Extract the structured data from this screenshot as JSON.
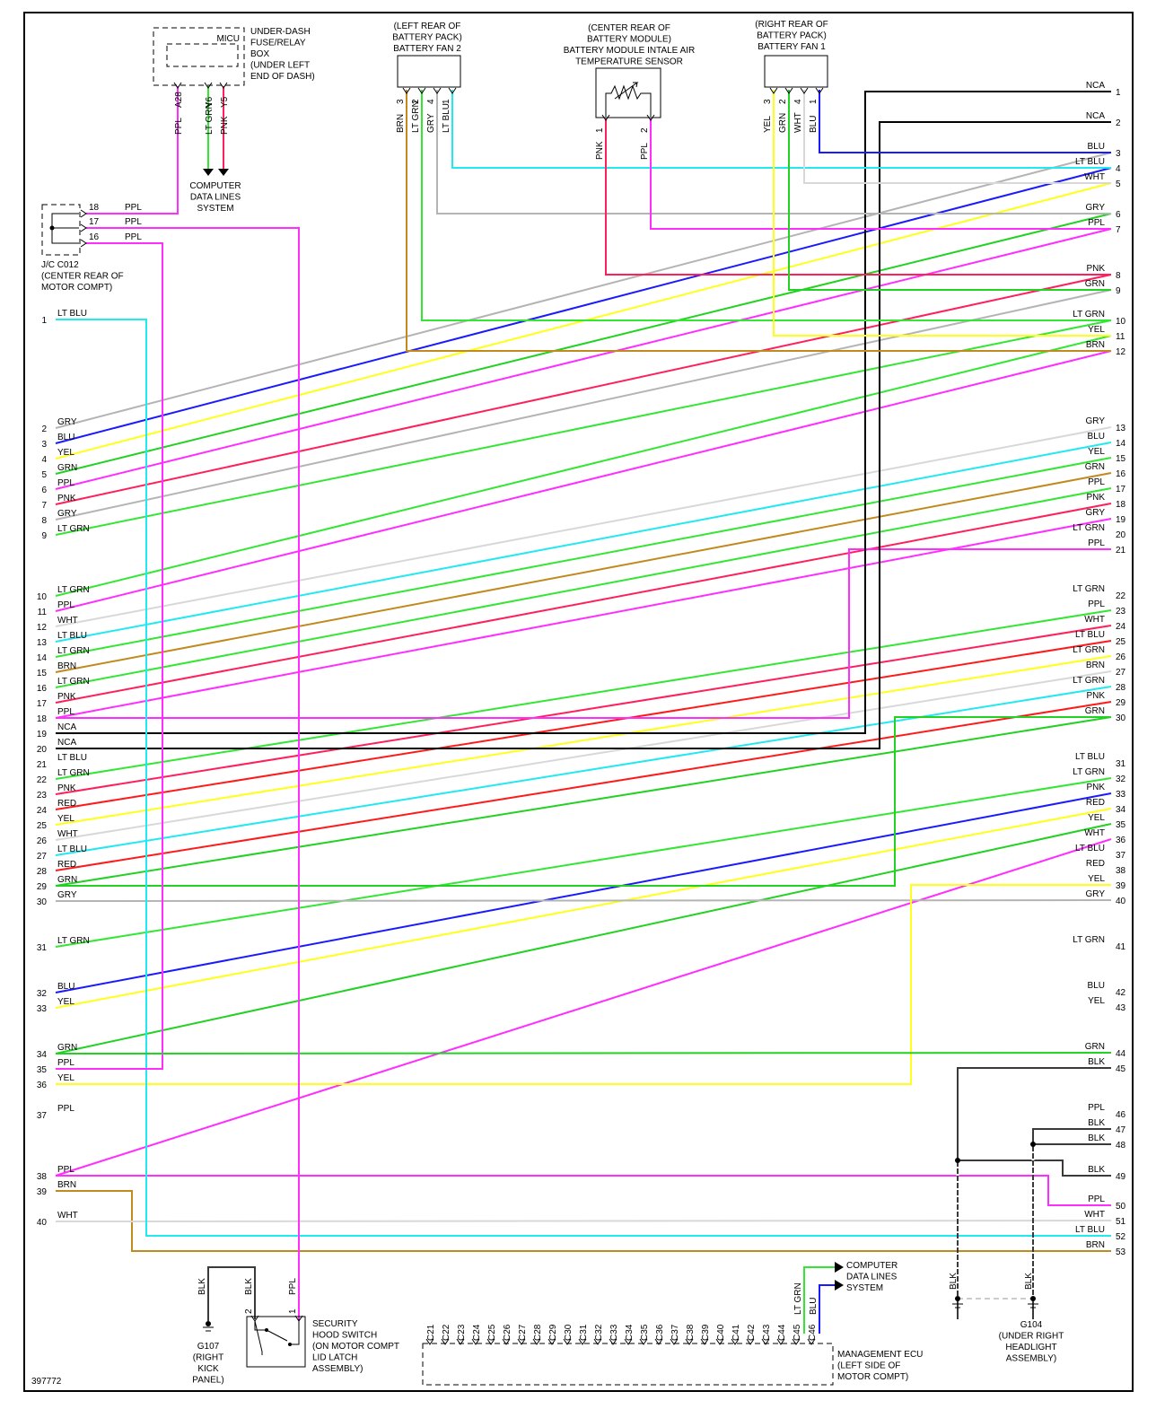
{
  "colors": {
    "PPL": "#ff2dff",
    "LT GRN": "#33e633",
    "GRN": "#22d122",
    "PNK": "#ff1f5a",
    "RED": "#ff1a1a",
    "YEL": "#ffff1a",
    "GRY": "#b4b4b4",
    "WHT": "#d8d8d8",
    "LT BLU": "#22e8f0",
    "BLU": "#1a1aff",
    "BRN": "#c08a1e",
    "BLK": "#3a3a3a",
    "NCA": "#000000"
  },
  "components": {
    "micu": {
      "title": "MICU",
      "lines": [
        "UNDER-DASH",
        "FUSE/RELAY",
        "BOX",
        "(UNDER LEFT",
        "END OF DASH)"
      ],
      "pins": [
        {
          "id": "A28",
          "color": "PPL"
        },
        {
          "id": "Y6",
          "color": "LT GRN"
        },
        {
          "id": "Y5",
          "color": "PNK"
        }
      ]
    },
    "computer_data_top": [
      "COMPUTER",
      "DATA LINES",
      "SYSTEM"
    ],
    "fan2": {
      "lines": [
        "(LEFT REAR OF",
        "BATTERY PACK)",
        "BATTERY FAN 2"
      ],
      "pins": [
        {
          "id": "3",
          "color": "BRN"
        },
        {
          "id": "2",
          "color": "LT GRN"
        },
        {
          "id": "4",
          "color": "GRY"
        },
        {
          "id": "1",
          "color": "LT BLU"
        }
      ]
    },
    "sensor": {
      "lines": [
        "(CENTER REAR OF",
        "BATTERY MODULE)",
        "BATTERY MODULE INTALE AIR",
        "TEMPERATURE SENSOR"
      ],
      "pins": [
        {
          "id": "1",
          "color": "PNK"
        },
        {
          "id": "2",
          "color": "PPL"
        }
      ]
    },
    "fan1": {
      "lines": [
        "(RIGHT REAR OF",
        "BATTERY PACK)",
        "BATTERY FAN 1"
      ],
      "pins": [
        {
          "id": "3",
          "color": "YEL"
        },
        {
          "id": "2",
          "color": "GRN"
        },
        {
          "id": "4",
          "color": "WHT"
        },
        {
          "id": "1",
          "color": "BLU"
        }
      ]
    },
    "jc": {
      "lines": [
        "J/C C012",
        "(CENTER REAR OF",
        "MOTOR COMPT)"
      ],
      "pins": [
        {
          "id": "18",
          "color": "PPL"
        },
        {
          "id": "17",
          "color": "PPL"
        },
        {
          "id": "16",
          "color": "PPL"
        }
      ]
    },
    "security": {
      "lines": [
        "SECURITY",
        "HOOD SWITCH",
        "(ON MOTOR COMPT",
        "LID LATCH",
        "ASSEMBLY)"
      ],
      "pins": [
        {
          "id": "2",
          "color": "BLK"
        },
        {
          "id": "1",
          "color": "PPL"
        }
      ]
    },
    "g107": {
      "lines": [
        "G107",
        "(RIGHT",
        "KICK",
        "PANEL)"
      ],
      "wire": "BLK"
    },
    "g104": {
      "lines": [
        "G104",
        "(UNDER RIGHT",
        "HEADLIGHT",
        "ASSEMBLY)"
      ],
      "wires": [
        "BLK",
        "BLK"
      ]
    },
    "ecu": {
      "lines": [
        "MANAGEMENT ECU",
        "(LEFT SIDE OF",
        "MOTOR COMPT)"
      ],
      "pins": [
        "C21",
        "C22",
        "C23",
        "C24",
        "C25",
        "C26",
        "C27",
        "C28",
        "C29",
        "C30",
        "C31",
        "C32",
        "C33",
        "C34",
        "C35",
        "C36",
        "C37",
        "C38",
        "C39",
        "C40",
        "C41",
        "C42",
        "C43",
        "C44",
        "C45",
        "C46"
      ],
      "wires": [
        {
          "pin": "C45",
          "color": "LT GRN"
        },
        {
          "pin": "C46",
          "color": "BLU"
        }
      ]
    },
    "computer_data_bottom": [
      "COMPUTER",
      "DATA LINES",
      "SYSTEM"
    ]
  },
  "left_pins": [
    {
      "n": "1",
      "c": "LT BLU"
    },
    {
      "n": "2",
      "c": "GRY"
    },
    {
      "n": "3",
      "c": "BLU"
    },
    {
      "n": "4",
      "c": "YEL"
    },
    {
      "n": "5",
      "c": "GRN"
    },
    {
      "n": "6",
      "c": "PPL"
    },
    {
      "n": "7",
      "c": "PNK"
    },
    {
      "n": "8",
      "c": "GRY"
    },
    {
      "n": "9",
      "c": "LT GRN"
    },
    {
      "n": "10",
      "c": "LT GRN"
    },
    {
      "n": "11",
      "c": "PPL"
    },
    {
      "n": "12",
      "c": "WHT"
    },
    {
      "n": "13",
      "c": "LT BLU"
    },
    {
      "n": "14",
      "c": "LT GRN"
    },
    {
      "n": "15",
      "c": "BRN"
    },
    {
      "n": "16",
      "c": "LT GRN"
    },
    {
      "n": "17",
      "c": "PNK"
    },
    {
      "n": "18",
      "c": "PPL"
    },
    {
      "n": "19",
      "c": "NCA"
    },
    {
      "n": "20",
      "c": "NCA"
    },
    {
      "n": "21",
      "c": "LT BLU"
    },
    {
      "n": "22",
      "c": "LT GRN"
    },
    {
      "n": "23",
      "c": "PNK"
    },
    {
      "n": "24",
      "c": "RED"
    },
    {
      "n": "25",
      "c": "YEL"
    },
    {
      "n": "26",
      "c": "WHT"
    },
    {
      "n": "27",
      "c": "LT BLU"
    },
    {
      "n": "28",
      "c": "RED"
    },
    {
      "n": "29",
      "c": "GRN"
    },
    {
      "n": "30",
      "c": "GRY"
    },
    {
      "n": "31",
      "c": "LT GRN"
    },
    {
      "n": "32",
      "c": "BLU"
    },
    {
      "n": "33",
      "c": "YEL"
    },
    {
      "n": "34",
      "c": "GRN"
    },
    {
      "n": "35",
      "c": "PPL"
    },
    {
      "n": "36",
      "c": "YEL"
    },
    {
      "n": "37",
      "c": "PPL"
    },
    {
      "n": "38",
      "c": "PPL"
    },
    {
      "n": "39",
      "c": "BRN"
    },
    {
      "n": "40",
      "c": "WHT"
    }
  ],
  "right_pins": [
    {
      "n": "1",
      "c": "NCA"
    },
    {
      "n": "2",
      "c": "NCA"
    },
    {
      "n": "3",
      "c": "BLU"
    },
    {
      "n": "4",
      "c": "LT BLU"
    },
    {
      "n": "5",
      "c": "WHT"
    },
    {
      "n": "6",
      "c": "GRY"
    },
    {
      "n": "7",
      "c": "PPL"
    },
    {
      "n": "8",
      "c": "PNK"
    },
    {
      "n": "9",
      "c": "GRN"
    },
    {
      "n": "10",
      "c": "LT GRN"
    },
    {
      "n": "11",
      "c": "YEL"
    },
    {
      "n": "12",
      "c": "BRN"
    },
    {
      "n": "13",
      "c": "GRY"
    },
    {
      "n": "14",
      "c": "BLU"
    },
    {
      "n": "15",
      "c": "YEL"
    },
    {
      "n": "16",
      "c": "GRN"
    },
    {
      "n": "17",
      "c": "PPL"
    },
    {
      "n": "18",
      "c": "PNK"
    },
    {
      "n": "19",
      "c": "GRY"
    },
    {
      "n": "20",
      "c": "LT GRN"
    },
    {
      "n": "21",
      "c": "PPL"
    },
    {
      "n": "22",
      "c": "LT GRN"
    },
    {
      "n": "23",
      "c": "PPL"
    },
    {
      "n": "24",
      "c": "WHT"
    },
    {
      "n": "25",
      "c": "LT BLU"
    },
    {
      "n": "26",
      "c": "LT GRN"
    },
    {
      "n": "27",
      "c": "BRN"
    },
    {
      "n": "28",
      "c": "LT GRN"
    },
    {
      "n": "29",
      "c": "PNK"
    },
    {
      "n": "30",
      "c": "GRN"
    },
    {
      "n": "31",
      "c": "LT BLU"
    },
    {
      "n": "32",
      "c": "LT GRN"
    },
    {
      "n": "33",
      "c": "PNK"
    },
    {
      "n": "34",
      "c": "RED"
    },
    {
      "n": "35",
      "c": "YEL"
    },
    {
      "n": "36",
      "c": "WHT"
    },
    {
      "n": "37",
      "c": "LT BLU"
    },
    {
      "n": "38",
      "c": "RED"
    },
    {
      "n": "39",
      "c": "YEL"
    },
    {
      "n": "40",
      "c": "GRY"
    },
    {
      "n": "41",
      "c": "LT GRN"
    },
    {
      "n": "42",
      "c": "BLU"
    },
    {
      "n": "43",
      "c": "YEL"
    },
    {
      "n": "44",
      "c": "GRN"
    },
    {
      "n": "45",
      "c": "BLK"
    },
    {
      "n": "46",
      "c": "PPL"
    },
    {
      "n": "47",
      "c": "BLK"
    },
    {
      "n": "48",
      "c": "BLK"
    },
    {
      "n": "49",
      "c": "BLK"
    },
    {
      "n": "50",
      "c": "PPL"
    },
    {
      "n": "51",
      "c": "WHT"
    },
    {
      "n": "52",
      "c": "LT BLU"
    },
    {
      "n": "53",
      "c": "BRN"
    }
  ],
  "figure_id": "397772"
}
